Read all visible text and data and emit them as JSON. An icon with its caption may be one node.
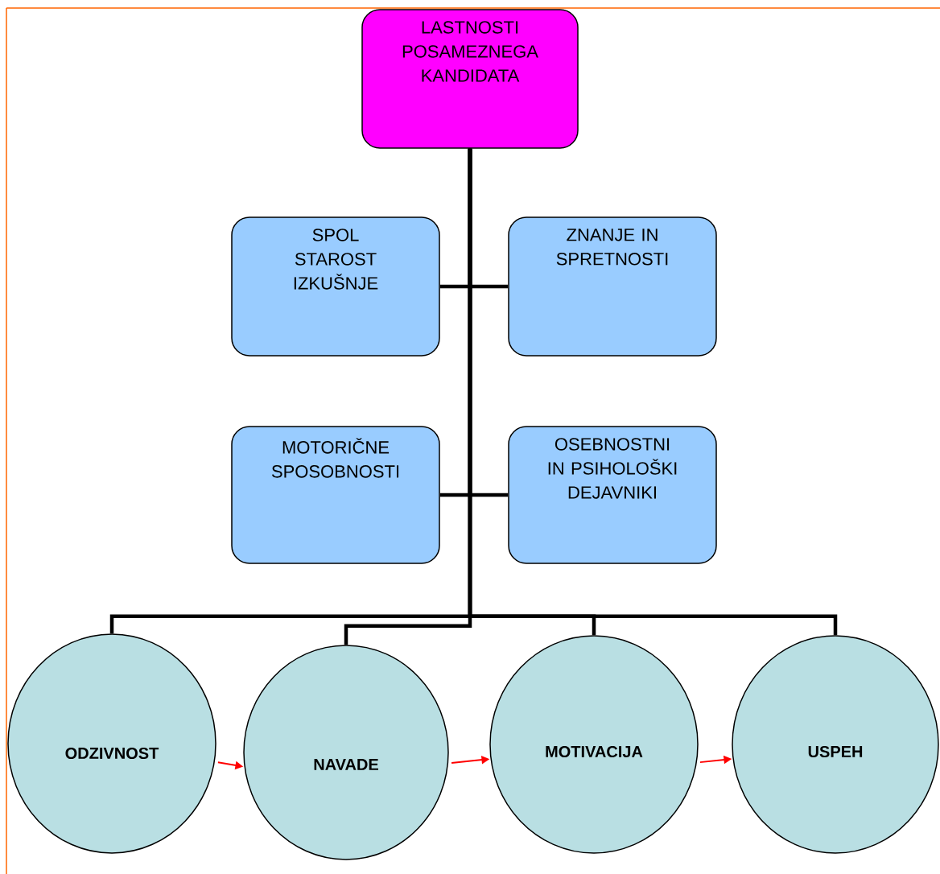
{
  "diagram": {
    "nodes": [
      {
        "text": [
          "LASTNOSTI POSAMEZNEGA KANDIDATA"
        ]
      },
      {
        "text": [
          "SPOL STAROST IZKUŠNJE"
        ]
      },
      {
        "text": [
          "ZNANJE IN SPRETNOSTI"
        ]
      },
      {
        "text": [
          "MOTORIČNE SPOSOBNOSTI"
        ]
      },
      {
        "text": [
          "OSEBNOSTNI IN PSIHOLOŠKI DEJAVNIKI"
        ]
      },
      {
        "text": [
          "ODZIVNOST"
        ]
      },
      {
        "text": [
          "NAVADE"
        ]
      },
      {
        "text": [
          "MOTIVACIJA"
        ]
      },
      {
        "text": [
          "USPEH"
        ]
      }
    ],
    "edges": [
      {
        "from": 0,
        "to": 1,
        "arrow": "none"
      },
      {
        "from": 0,
        "to": 2,
        "arrow": "none"
      },
      {
        "from": 0,
        "to": 3,
        "arrow": "none"
      },
      {
        "from": 0,
        "to": 4,
        "arrow": "none"
      },
      {
        "from": 0,
        "to": 5,
        "arrow": "none"
      },
      {
        "from": 0,
        "to": 6,
        "arrow": "none"
      },
      {
        "from": 0,
        "to": 7,
        "arrow": "none"
      },
      {
        "from": 0,
        "to": 8,
        "arrow": "none"
      },
      {
        "from": 5,
        "to": 6,
        "arrow": "to",
        "color": "#ff0000"
      },
      {
        "from": 6,
        "to": 7,
        "arrow": "to",
        "color": "#ff0000"
      },
      {
        "from": 7,
        "to": 8,
        "arrow": "to",
        "color": "#ff0000"
      }
    ]
  }
}
